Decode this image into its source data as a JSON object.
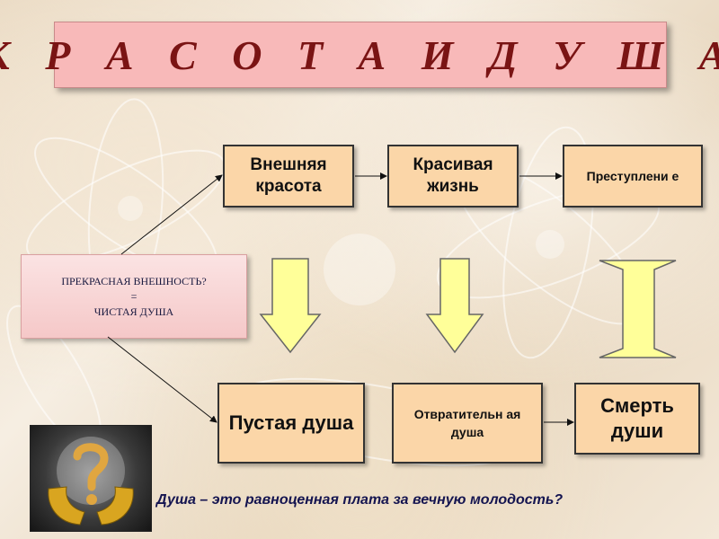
{
  "title": "К Р А С О Т А   И  Д У Ш А",
  "boxes": {
    "outer_beauty": "Внешняя красота",
    "beautiful_life": "Красивая жизнь",
    "crime": "Преступлени е",
    "empty_soul": "Пустая душа",
    "disgusting_soul": "Отвратительн ая душа",
    "death_of_soul": "Смерть души"
  },
  "question": {
    "line1": "ПРЕКРАСНАЯ ВНЕШНОСТЬ?",
    "line2": "=",
    "line3": "ЧИСТАЯ ДУША"
  },
  "caption": "Душа – это равноценная плата за вечную молодость?",
  "colors": {
    "title_bg": "#f8b9b9",
    "title_text": "#7a1414",
    "box_bg": "#fbd6a8",
    "arrow_fill": "#ffff99",
    "caption_text": "#141450"
  },
  "picture_icon": "question-mark-hands-icon"
}
